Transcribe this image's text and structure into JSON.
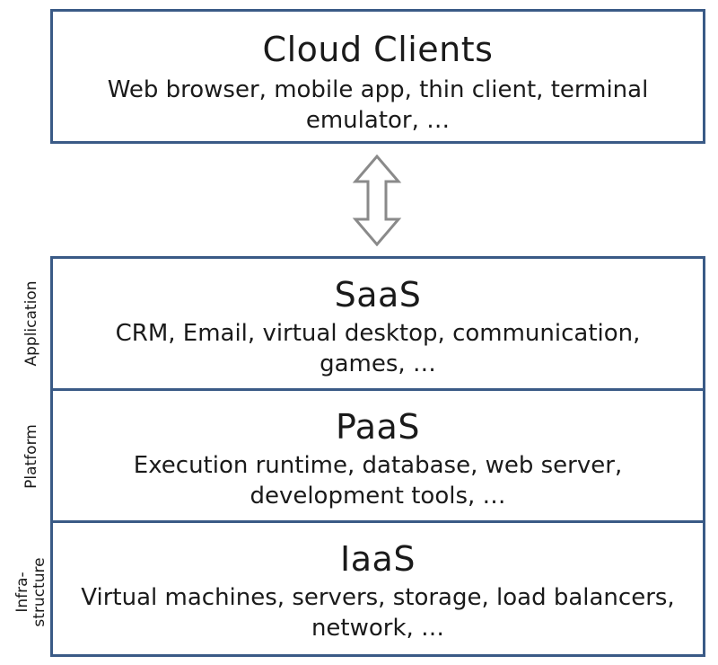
{
  "clients": {
    "title": "Cloud Clients",
    "description": "Web browser, mobile app, thin client, terminal emulator, …"
  },
  "layers": {
    "saas": {
      "side_label": "Application",
      "title": "SaaS",
      "description": "CRM, Email, virtual desktop, communication, games, …"
    },
    "paas": {
      "side_label": "Platform",
      "title": "PaaS",
      "description": "Execution runtime, database, web server, development tools, …"
    },
    "iaas": {
      "side_label_line1": "Infra-",
      "side_label_line2": "structure",
      "title": "IaaS",
      "description": "Virtual machines, servers, storage, load balancers, network, …"
    }
  },
  "colors": {
    "border": "#3a5a86",
    "arrow_stroke": "#8a8a8a",
    "arrow_fill": "#ffffff"
  },
  "icons": {
    "connector": "double-headed-arrow-icon"
  }
}
